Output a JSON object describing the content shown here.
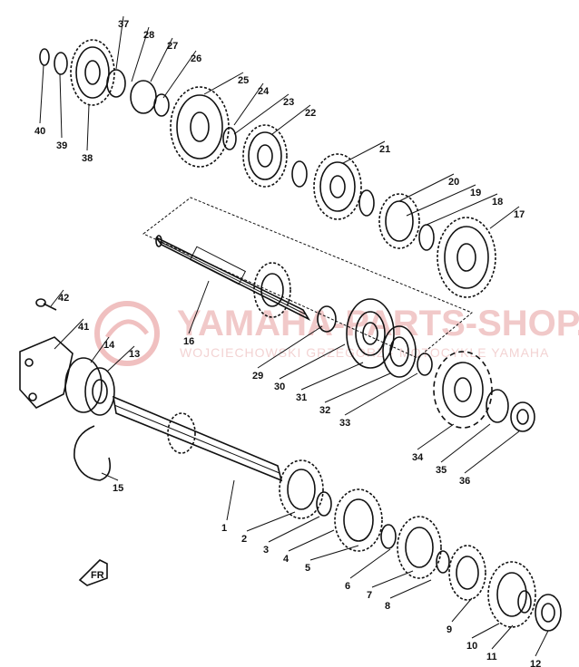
{
  "watermark": {
    "title": "YAMAHA-PARTS-SHOP.PL",
    "subtitle": "WOJCIECHOWSKI GRZEGORZ · MOTOCYKLE YAMAHA"
  },
  "callouts": [
    "1",
    "2",
    "3",
    "4",
    "5",
    "6",
    "7",
    "8",
    "9",
    "10",
    "11",
    "12",
    "13",
    "14",
    "15",
    "16",
    "17",
    "18",
    "19",
    "20",
    "21",
    "22",
    "23",
    "24",
    "25",
    "26",
    "27",
    "28",
    "29",
    "30",
    "31",
    "32",
    "33",
    "34",
    "35",
    "36",
    "37",
    "38",
    "39",
    "40",
    "41",
    "42"
  ],
  "front_marker": "FR",
  "colors": {
    "line": "#111111",
    "watermark": "#e8a4a4"
  }
}
